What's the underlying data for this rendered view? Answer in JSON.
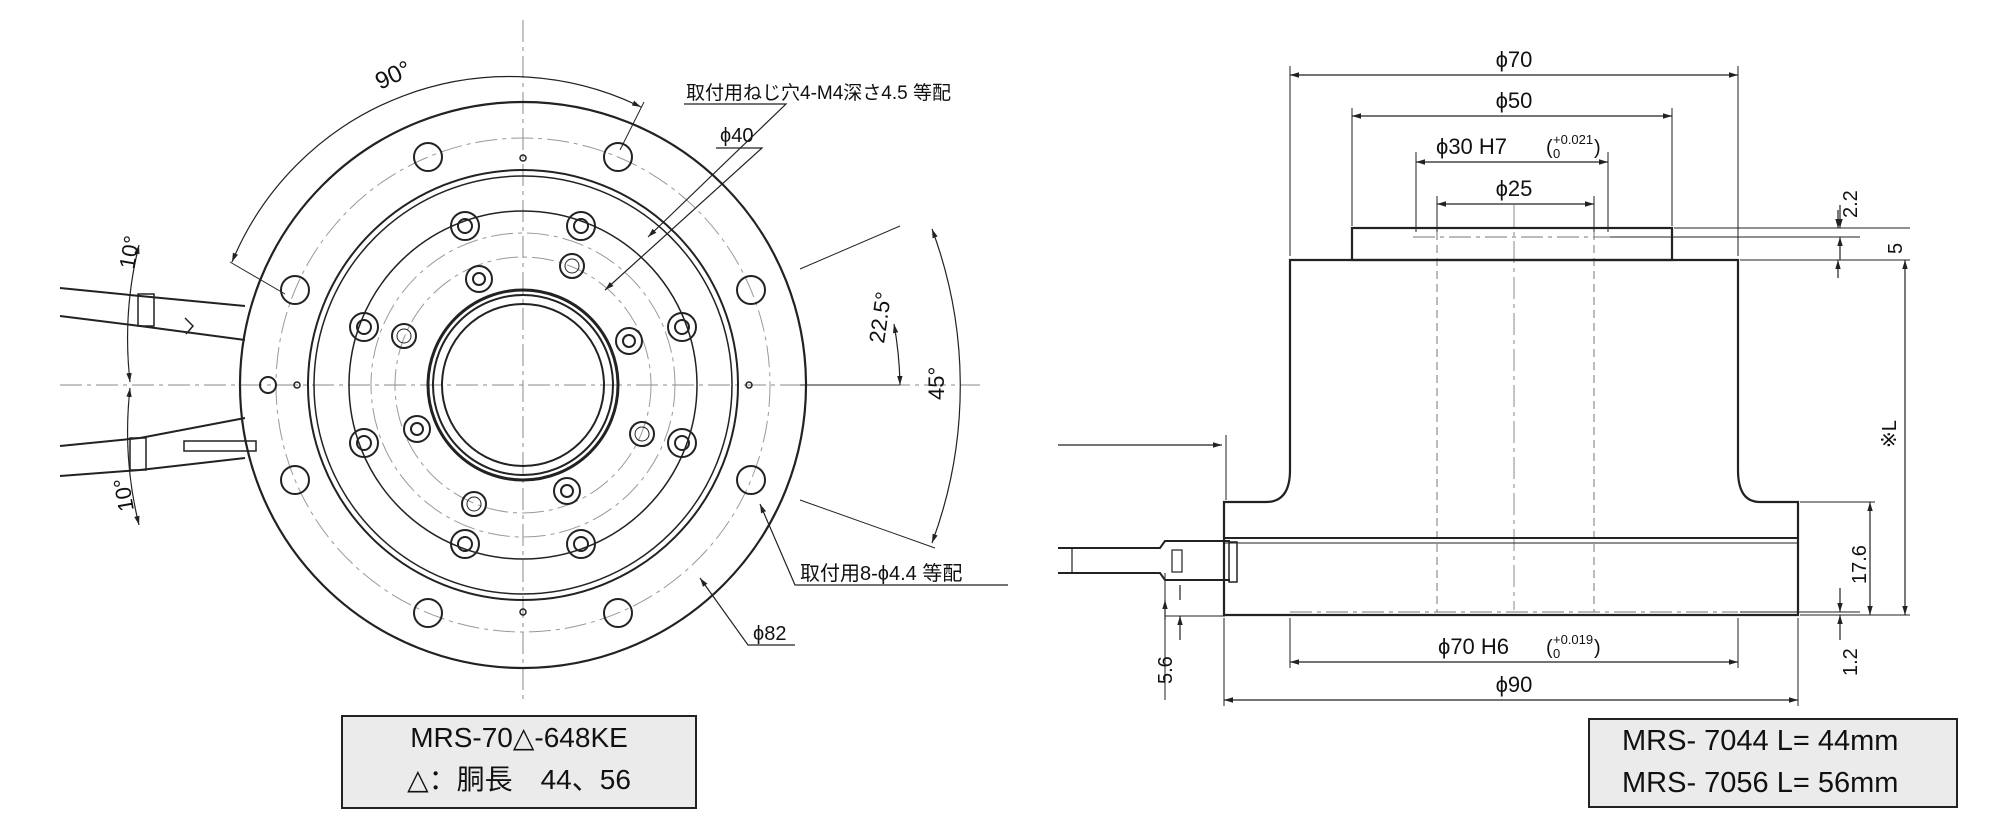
{
  "left_view": {
    "angles": {
      "a90": "90°",
      "a10_top": "10°",
      "a10_bottom": "10°",
      "a22_5": "22.5°",
      "a45": "45°"
    },
    "callouts": {
      "screw_holes": "取付用ねじ穴4-M4深さ4.5 等配",
      "d40": "ϕ40",
      "mount_holes": "取付用8-ϕ4.4 等配",
      "d82": "ϕ82"
    },
    "title_box": {
      "line1": "MRS-70△-648KE",
      "line2": "△：胴長　44、56"
    }
  },
  "right_view": {
    "dims": {
      "d70": "ϕ70",
      "d50": "ϕ50",
      "d30": "ϕ30 H7",
      "d30_tol_upper": "+0.021",
      "d30_tol_lower": "0",
      "d25": "ϕ25",
      "h2_2": "2.2",
      "h5": "5",
      "hL": "※L",
      "h17_6": "17.6",
      "h1_2": "1.2",
      "h5_6": "5.6",
      "d70h6": "ϕ70 H6",
      "d70h6_tol_upper": "+0.019",
      "d70h6_tol_lower": "0",
      "d90": "ϕ90"
    },
    "models_box": {
      "line1": "MRS- 7044  L= 44mm",
      "line2": "MRS- 7056  L= 56mm"
    }
  }
}
